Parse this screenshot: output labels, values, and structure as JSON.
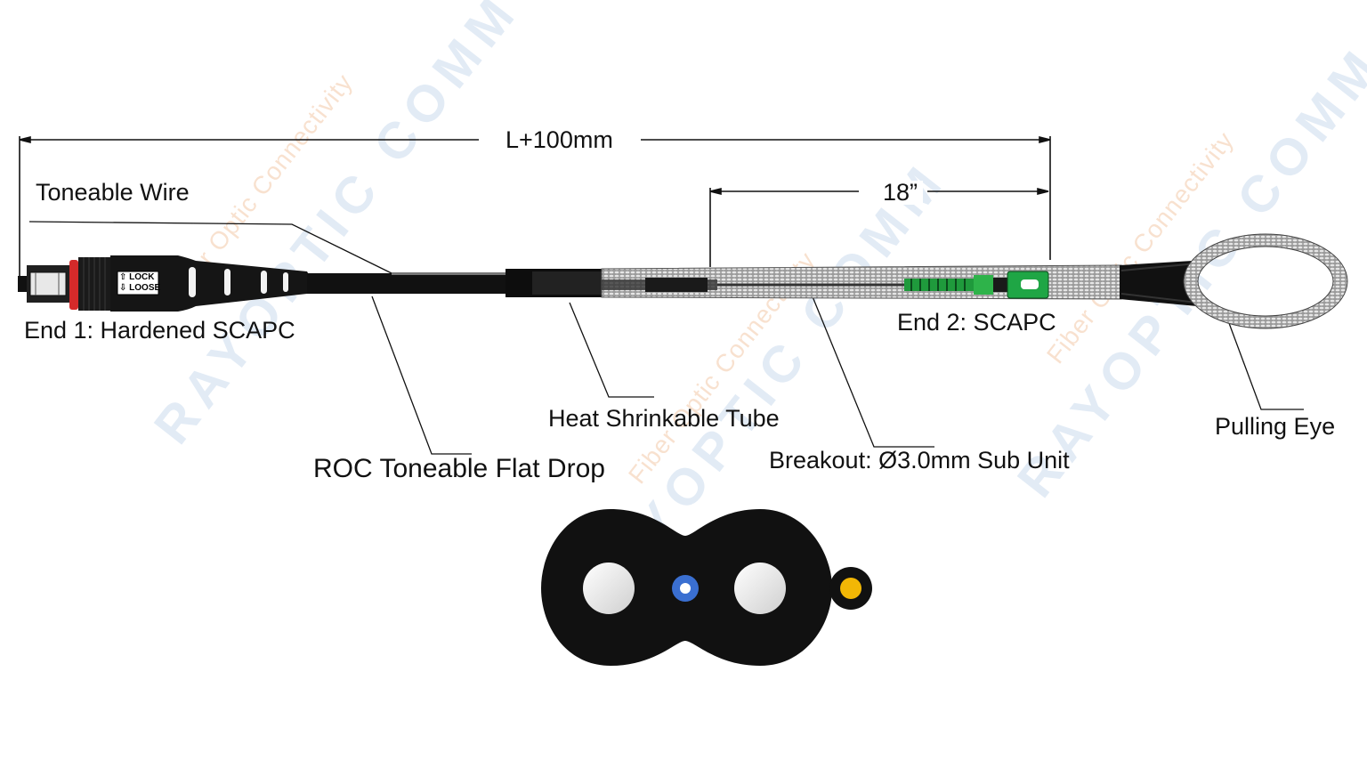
{
  "dimensions": {
    "overall": "L+100mm",
    "breakout": "18”"
  },
  "labels": {
    "toneable_wire": "Toneable Wire",
    "end1": "End 1: Hardened SCAPC",
    "connector_lock": "⇧ LOCK",
    "connector_loose": "⇩ LOOSE",
    "flat_drop": "ROC Toneable Flat Drop",
    "heat_shrink": "Heat Shrinkable Tube",
    "breakout": "Breakout: Ø3.0mm Sub Unit",
    "end2": "End 2: SCAPC",
    "pulling_eye": "Pulling Eye"
  },
  "colors": {
    "cable": "#111111",
    "sc_green": "#1f9a3c",
    "mesh": "#bdbdbd",
    "fiber_blue": "#3a6fd1",
    "toner_yellow": "#f2b705",
    "seal_red": "#d42a2a"
  }
}
